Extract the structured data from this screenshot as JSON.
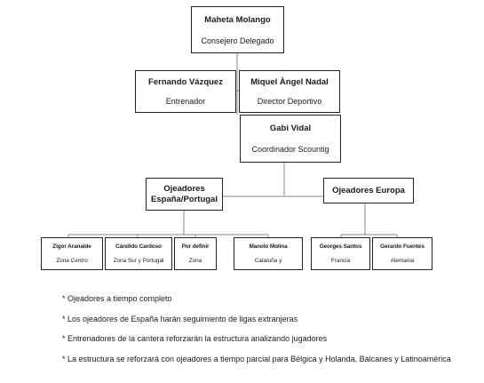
{
  "org": {
    "ceo": {
      "name": "Maheta Molango",
      "role": "Consejero Delegado"
    },
    "coach": {
      "name": "Fernando Vázquez",
      "role": "Entrenador"
    },
    "director": {
      "name": "Miquel Àngel Nadal",
      "role": "Director Deportivo"
    },
    "coordinator": {
      "name": "Gabi Vidal",
      "role": "Coordinador Scountig"
    },
    "group_spain": {
      "line1": "Ojeadores",
      "line2": "España/Portugal"
    },
    "group_europe": {
      "label": "Ojeadores Europa"
    },
    "scouts": [
      {
        "name": "Zigor Aranalde",
        "role": "Zona Centro"
      },
      {
        "name": "Cándido Cardoso",
        "role": "Zona Sur y Portugal"
      },
      {
        "name": "Por definir",
        "role": "Zona"
      },
      {
        "name": "Manolo Molina",
        "role": "Cataluña y"
      },
      {
        "name": "Georges Santos",
        "role": "Francia"
      },
      {
        "name": "Gerardo Fuentes",
        "role": "Alemania"
      }
    ]
  },
  "notes": [
    "* Ojeadores a tiempo completo",
    "* Los ojeadores de España harán seguimiento de ligas extranjeras",
    "* Entrenadores de la cantera reforzarán la estructura analizando jugadores",
    "* La estructura se reforzará con ojeadores a tiempo parcial para Bélgica y Holanda, Balcanes y Latinoamérica"
  ]
}
